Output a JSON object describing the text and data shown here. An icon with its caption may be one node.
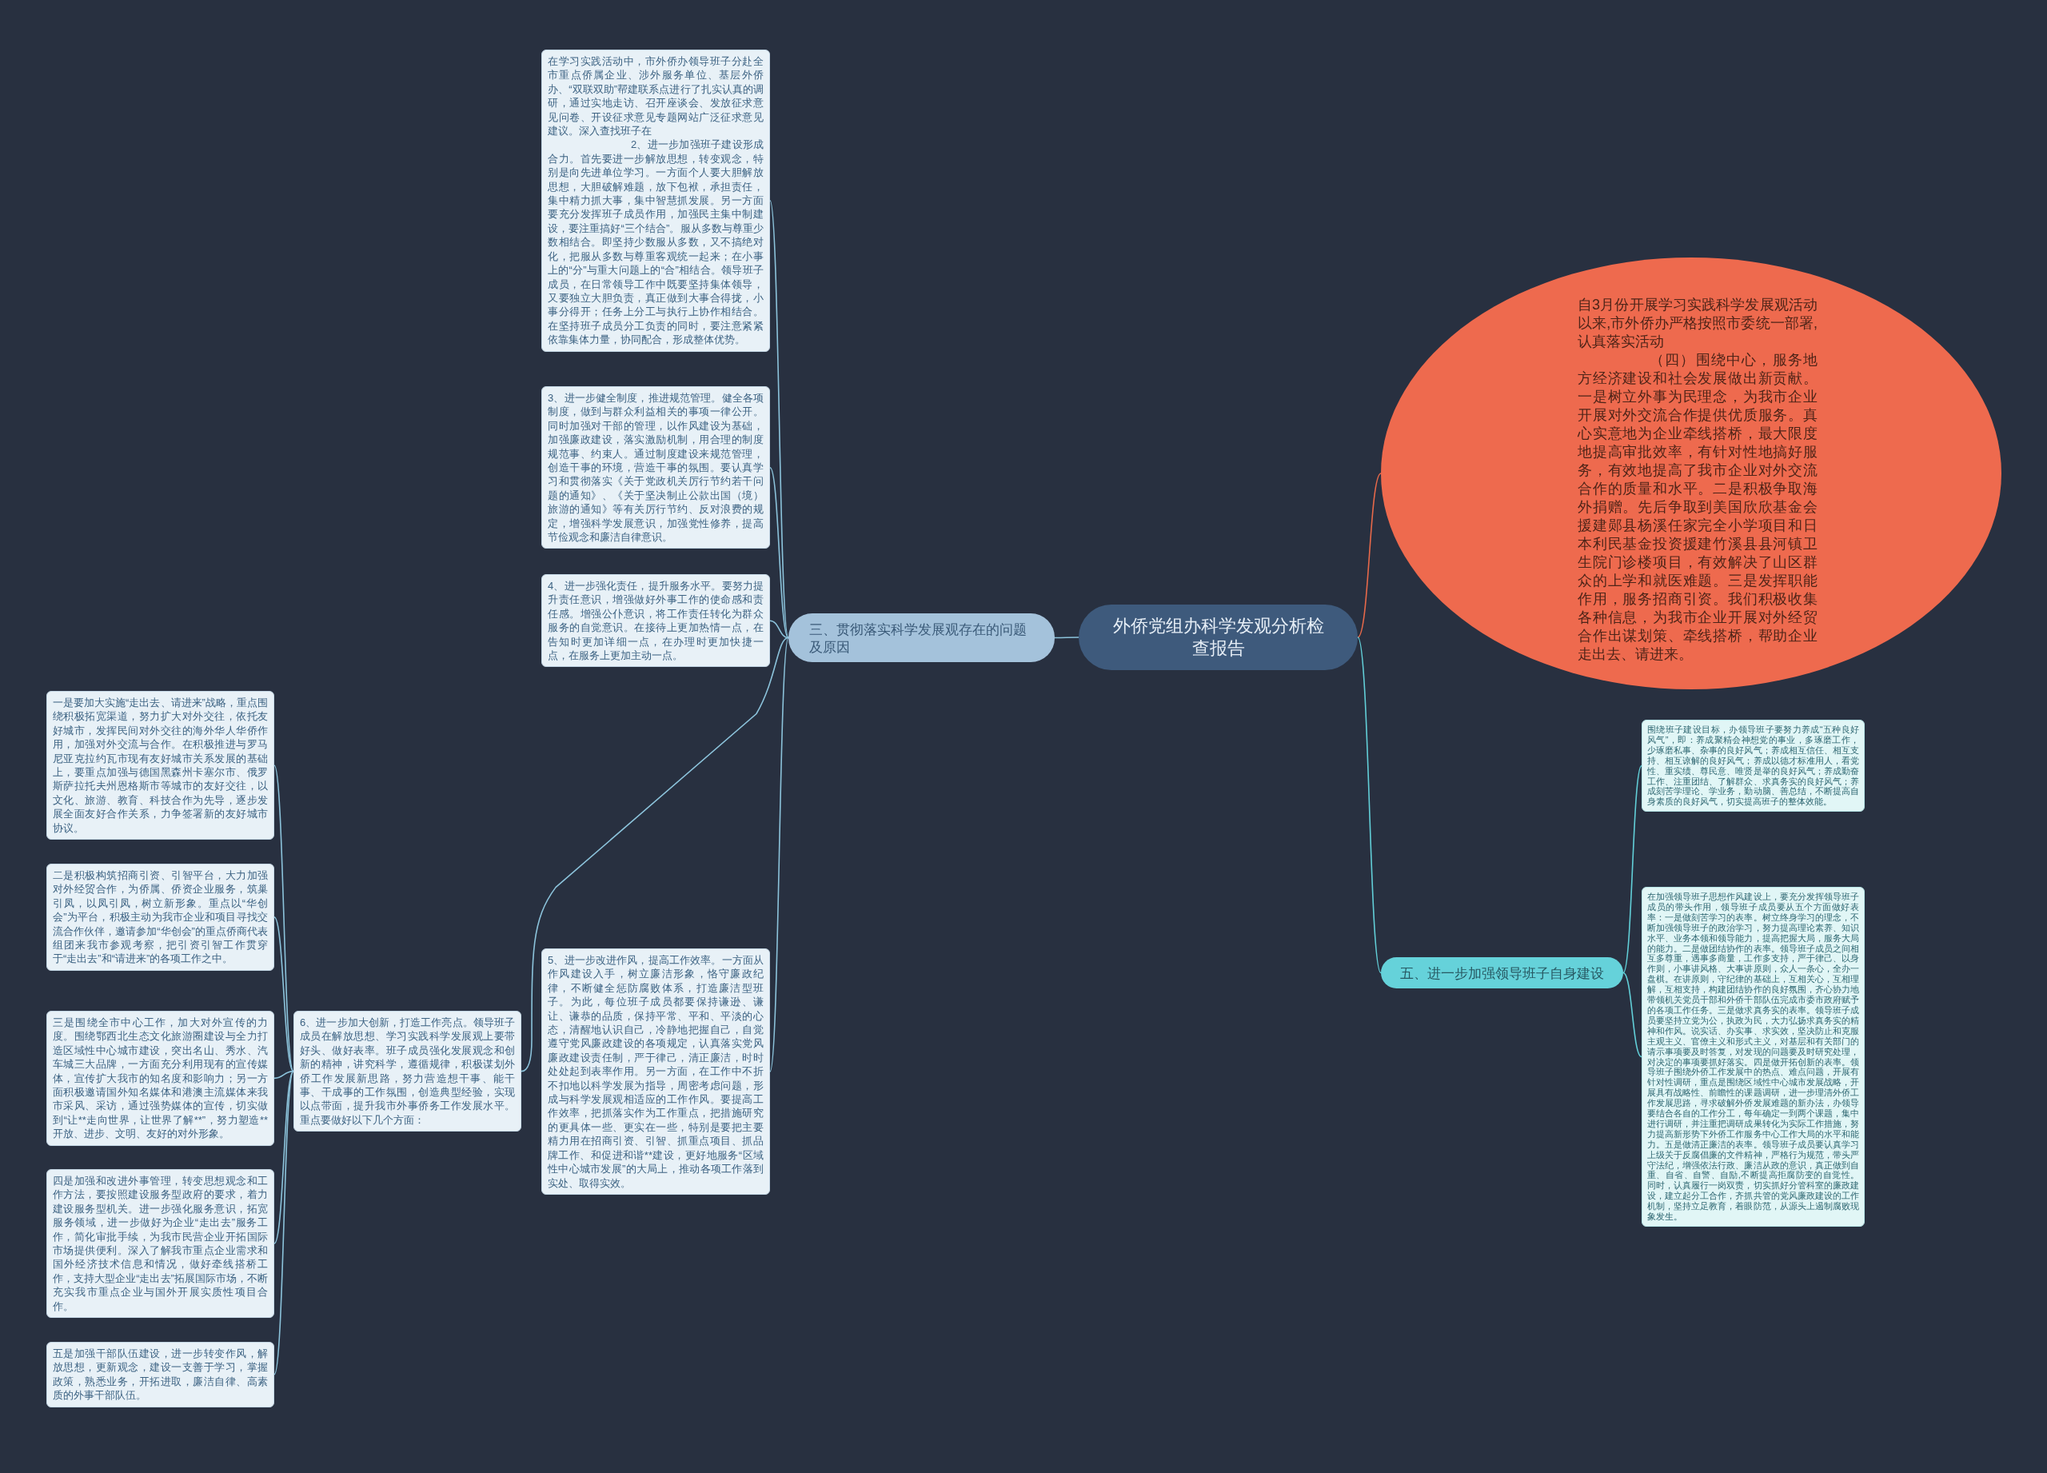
{
  "diagram": {
    "nodes": [
      {
        "text": [
          "外侨党组办科学发观分析检查报告"
        ]
      },
      {
        "text": [
          "自3月份开展学习实践科学发展观活动以来,市外侨办严格按照市委统一部署,认真落实活动",
          "（四）围绕中心，服务地方经济建设和社会发展做出新贡献。一是树立外事为民理念，为我市企业开展对外交流合作提供优质服务。真心实意地为企业牵线搭桥，最大限度地提高审批效率，有针对性地搞好服务，有效地提高了我市企业对外交流合作的质量和水平。二是积极争取海外捐赠。先后争取到美国欣欣基金会援建郧县杨溪任家完全小学项目和日本利民基金投资援建竹溪县县河镇卫生院门诊楼项目，有效解决了山区群众的上学和就医难题。三是发挥职能作用，服务招商引资。我们积极收集各种信息，为我市企业开展对外经贸合作出谋划策、牵线搭桥，帮助企业走出去、请进来。"
        ]
      },
      {
        "text": [
          "三、贯彻落实科学发展观存在的问题及原因"
        ]
      },
      {
        "text": [
          "五、进一步加强领导班子自身建设"
        ]
      },
      {
        "text": [
          "在学习实践活动中，市外侨办领导班子分赴全市重点侨属企业、涉外服务单位、基层外侨办、“双联双助”帮建联系点进行了扎实认真的调研，通过实地走访、召开座谈会、发放征求意见问卷、开设征求意见专题网站广泛征求意见建议。深入查找班子在",
          "2、进一步加强班子建设形成合力。首先要进一步解放思想，转变观念，特别是向先进单位学习。一方面个人要大胆解放思想，大胆破解难题，放下包袱，承担责任，集中精力抓大事，集中智慧抓发展。另一方面要充分发挥班子成员作用，加强民主集中制建设，要注重搞好“三个结合”。服从多数与尊重少数相结合。即坚持少数服从多数，又不搞绝对化，把服从多数与尊重客观统一起来；在小事上的“分”与重大问题上的“合”相结合。领导班子成员，在日常领导工作中既要坚持集体领导，又要独立大胆负责，真正做到大事合得拢，小事分得开；任务上分工与执行上协作相结合。在坚持班子成员分工负责的同时，要注意紧紧依靠集体力量，协同配合，形成整体优势。"
        ]
      },
      {
        "text": [
          "3、进一步健全制度，推进规范管理。健全各项制度，做到与群众利益相关的事项一律公开。同时加强对干部的管理，以作风建设为基础，加强廉政建设，落实激励机制，用合理的制度规范事、约束人。通过制度建设来规范管理，创造干事的环境，营造干事的氛围。要认真学习和贯彻落实《关于党政机关厉行节约若干问题的通知》、《关于坚决制止公款出国（境）旅游的通知》等有关厉行节约、反对浪费的规定，增强科学发展意识，加强党性修养，提高节俭观念和廉洁自律意识。"
        ]
      },
      {
        "text": [
          "4、进一步强化责任，提升服务水平。要努力提升责任意识，增强做好外事工作的使命感和责任感。增强公仆意识，将工作责任转化为群众服务的自觉意识。在接待上更加热情一点，在告知时更加详细一点，在办理时更加快捷一点，在服务上更加主动一点。"
        ]
      },
      {
        "text": [
          "5、进一步改进作风，提高工作效率。一方面从作风建设入手，树立廉洁形象，恪守廉政纪律，不断健全惩防腐败体系，打造廉洁型班子。为此，每位班子成员都要保持谦逊、谦让、谦恭的品质，保持平常、平和、平淡的心态，清醒地认识自己，冷静地把握自己，自觉遵守党风廉政建设的各项规定，认真落实党风廉政建设责任制，严于律己，清正廉洁，时时处处起到表率作用。另一方面，在工作中不折不扣地以科学发展为指导，周密考虑问题，形成与科学发展观相适应的工作作风。要提高工作效率，把抓落实作为工作重点，把措施研究的更具体一些、更实在一些，特别是要把主要精力用在招商引资、引智、抓重点项目、抓品牌工作、和促进和谐**建设，更好地服务“区域性中心城市发展”的大局上，推动各项工作落到实处、取得实效。"
        ]
      },
      {
        "text": [
          "6、进一步加大创新，打造工作亮点。领导班子成员在解放思想、学习实践科学发展观上要带好头、做好表率。班子成员强化发展观念和创新的精神，讲究科学，遵循规律，积极谋划外侨工作发展新思路，努力营造想干事、能干事、干成事的工作氛围，创造典型经验，实现以点带面，提升我市外事侨务工作发展水平。重点要做好以下几个方面："
        ]
      },
      {
        "text": [
          "一是要加大实施“走出去、请进来”战略，重点围绕积极拓宽渠道，努力扩大对外交往，依托友好城市，发挥民间对外交往的海外华人华侨作用，加强对外交流与合作。在积极推进与罗马尼亚克拉约瓦市现有友好城市关系发展的基础上，要重点加强与德国黑森州卡塞尔市、俄罗斯萨拉托夫州恩格斯市等城市的友好交往，以文化、旅游、教育、科技合作为先导，逐步发展全面友好合作关系，力争签署新的友好城市协议。"
        ]
      },
      {
        "text": [
          "二是积极构筑招商引资、引智平台，大力加强对外经贸合作，为侨属、侨资企业服务，筑巢引凤，以凤引凤，树立新形象。重点以“华创会”为平台，积极主动为我市企业和项目寻找交流合作伙伴，邀请参加“华创会”的重点侨商代表组团来我市参观考察，把引资引智工作贯穿于“走出去”和“请进来”的各项工作之中。"
        ]
      },
      {
        "text": [
          "三是围绕全市中心工作，加大对外宣传的力度。围绕鄂西北生态文化旅游圈建设与全力打造区域性中心城市建设，突出名山、秀水、汽车城三大品牌，一方面充分利用现有的宣传媒体，宣传扩大我市的知名度和影响力；另一方面积极邀请国外知名媒体和港澳主流媒体来我市采风、采访，通过强势媒体的宣传，切实做到“让**走向世界，让世界了解**”，努力塑造**开放、进步、文明、友好的对外形象。"
        ]
      },
      {
        "text": [
          "四是加强和改进外事管理，转变思想观念和工作方法，要按照建设服务型政府的要求，着力建设服务型机关。进一步强化服务意识，拓宽服务领域，进一步做好为企业“走出去”服务工作，简化审批手续，为我市民营企业开拓国际市场提供便利。深入了解我市重点企业需求和国外经济技术信息和情况，做好牵线搭桥工作，支持大型企业“走出去”拓展国际市场，不断充实我市重点企业与国外开展实质性项目合作。"
        ]
      },
      {
        "text": [
          "五是加强干部队伍建设，进一步转变作风，解放思想，更新观念，建设一支善于学习，掌握政策，熟悉业务，开拓进取，廉洁自律、高素质的外事干部队伍。"
        ]
      },
      {
        "text": [
          "围绕班子建设目标，办领导班子要努力养成“五种良好风气”，即：养成聚精会神想党的事业，多琢磨工作，少琢磨私事、杂事的良好风气；养成相互信任、相互支持、相互谅解的良好风气；养成以德才标准用人，看党性、重实绩、尊民意、唯贤是举的良好风气；养成勤奋工作、注重团结、了解群众、求真务实的良好风气；养成刻苦学理论、学业务，勤动脑、善总结，不断提高自身素质的良好风气，切实提高班子的整体效能。"
        ]
      },
      {
        "text": [
          "在加强领导班子思想作风建设上，要充分发挥领导班子成员的带头作用，领导班子成员要从五个方面做好表率：一是做刻苦学习的表率。树立终身学习的理念，不断加强领导班子的政治学习，努力提高理论素养、知识水平、业务本领和领导能力，提高把握大局，服务大局的能力。二是做团结协作的表率。领导班子成员之间相互多尊重，遇事多商量，工作多支持，严于律己、以身作则，小事讲风格、大事讲原则，众人一条心，全办一盘棋。在讲原则，守纪律的基础上，互相关心，互相理解，互相支持，构建团结协作的良好氛围，齐心协力地带领机关党员干部和外侨干部队伍完成市委市政府赋予的各项工作任务。三是做求真务实的表率。领导班子成员要坚持立党为公，执政为民，大力弘扬求真务实的精神和作风。说实话、办实事、求实效，坚决防止和克服主观主义、官僚主义和形式主义，对基层和有关部门的请示事项要及时答复，对发现的问题要及时研究处理，对决定的事项要抓好落实。四是做开拓创新的表率。领导班子围绕外侨工作发展中的热点、难点问题，开展有针对性调研，重点是围绕区域性中心城市发展战略，开展具有战略性、前瞻性的课题调研，进一步理清外侨工作发展思路，寻求破解外侨发展难题的新办法，办领导要结合各自的工作分工，每年确定一到两个课题，集中进行调研，并注重把调研成果转化为实际工作措施，努力提高新形势下外侨工作服务中心工作大局的水平和能力。五是做清正廉洁的表率。领导班子成员要认真学习上级关于反腐倡廉的文件精神，严格行为规范，带头严守法纪，增强依法行政、廉洁从政的意识，真正做到自重、自省、自警、自励,不断提高拒腐防变的自觉性。同时，认真履行一岗双责，切实抓好分管科室的廉政建设，建立起分工合作，齐抓共管的党风廉政建设的工作机制，坚持立足教育，着眼防范，从源头上遏制腐败现象发生。"
        ]
      }
    ],
    "edges": [
      {
        "from": 0,
        "to": 1,
        "arrow": "none",
        "color": "#e8694a"
      },
      {
        "from": 0,
        "to": 2,
        "arrow": "none"
      },
      {
        "from": 0,
        "to": 3,
        "arrow": "none",
        "color": "#62cfd8"
      },
      {
        "from": 2,
        "to": 4,
        "arrow": "none"
      },
      {
        "from": 2,
        "to": 5,
        "arrow": "none"
      },
      {
        "from": 2,
        "to": 6,
        "arrow": "none"
      },
      {
        "from": 2,
        "to": 7,
        "arrow": "none"
      },
      {
        "from": 2,
        "to": 8,
        "arrow": "none"
      },
      {
        "from": 8,
        "to": 9,
        "arrow": "none"
      },
      {
        "from": 8,
        "to": 10,
        "arrow": "none"
      },
      {
        "from": 8,
        "to": 11,
        "arrow": "none"
      },
      {
        "from": 8,
        "to": 12,
        "arrow": "none"
      },
      {
        "from": 8,
        "to": 13,
        "arrow": "none"
      },
      {
        "from": 3,
        "to": 14,
        "arrow": "none",
        "color": "#62cfd8"
      },
      {
        "from": 3,
        "to": 15,
        "arrow": "none",
        "color": "#62cfd8"
      }
    ]
  }
}
